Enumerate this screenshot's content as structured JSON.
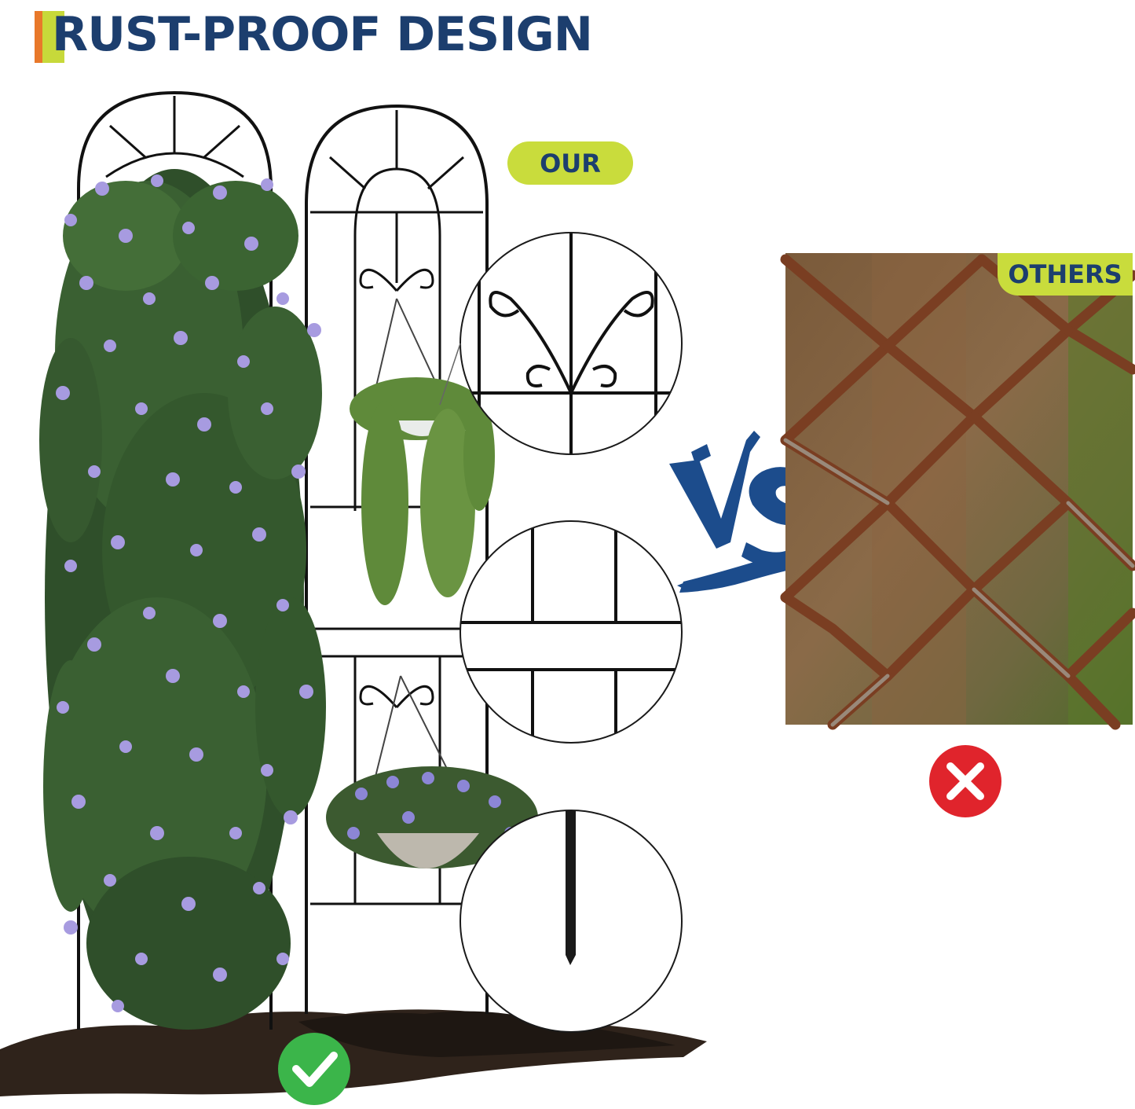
{
  "header": {
    "title": "RUST-PROOF DESIGN"
  },
  "labels": {
    "ours": "OUR",
    "others": "OTHERS"
  },
  "icons": {
    "vs": "vs-brush-mark",
    "good": "check-circle-icon",
    "bad": "x-circle-icon"
  },
  "colors": {
    "navy": "#1c3e6e",
    "lime": "#c9dc3c",
    "orange": "#e8782a",
    "check": "#3bb54a",
    "cross": "#e0242c",
    "rust": "#8a4a2a"
  }
}
